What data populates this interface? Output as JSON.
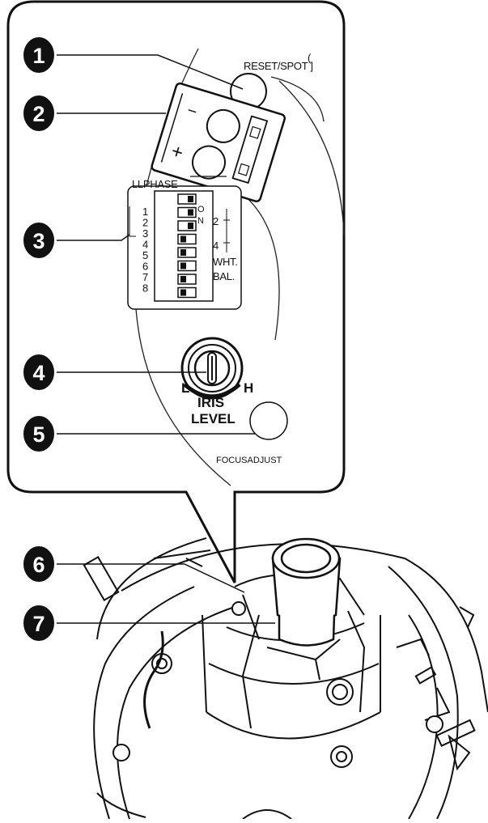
{
  "callouts": [
    {
      "number": "1"
    },
    {
      "number": "2"
    },
    {
      "number": "3"
    },
    {
      "number": "4"
    },
    {
      "number": "5"
    },
    {
      "number": "6"
    },
    {
      "number": "7"
    }
  ],
  "labels": {
    "reset_spot": "RESET/SPOT ]",
    "ll_phase": "LLPHASE",
    "minus": "−",
    "plus": "+",
    "on_o": "O",
    "on_n": "N",
    "right_2": "2",
    "right_4": "4",
    "wht": "WHT.",
    "bal": "BAL.",
    "iris": "IRIS",
    "level": "LEVEL",
    "l": "L",
    "h": "H",
    "focus_adjust": "FOCUSADJUST"
  },
  "dip_switch_numbers": [
    "1",
    "2",
    "3",
    "4",
    "5",
    "6",
    "7",
    "8"
  ]
}
